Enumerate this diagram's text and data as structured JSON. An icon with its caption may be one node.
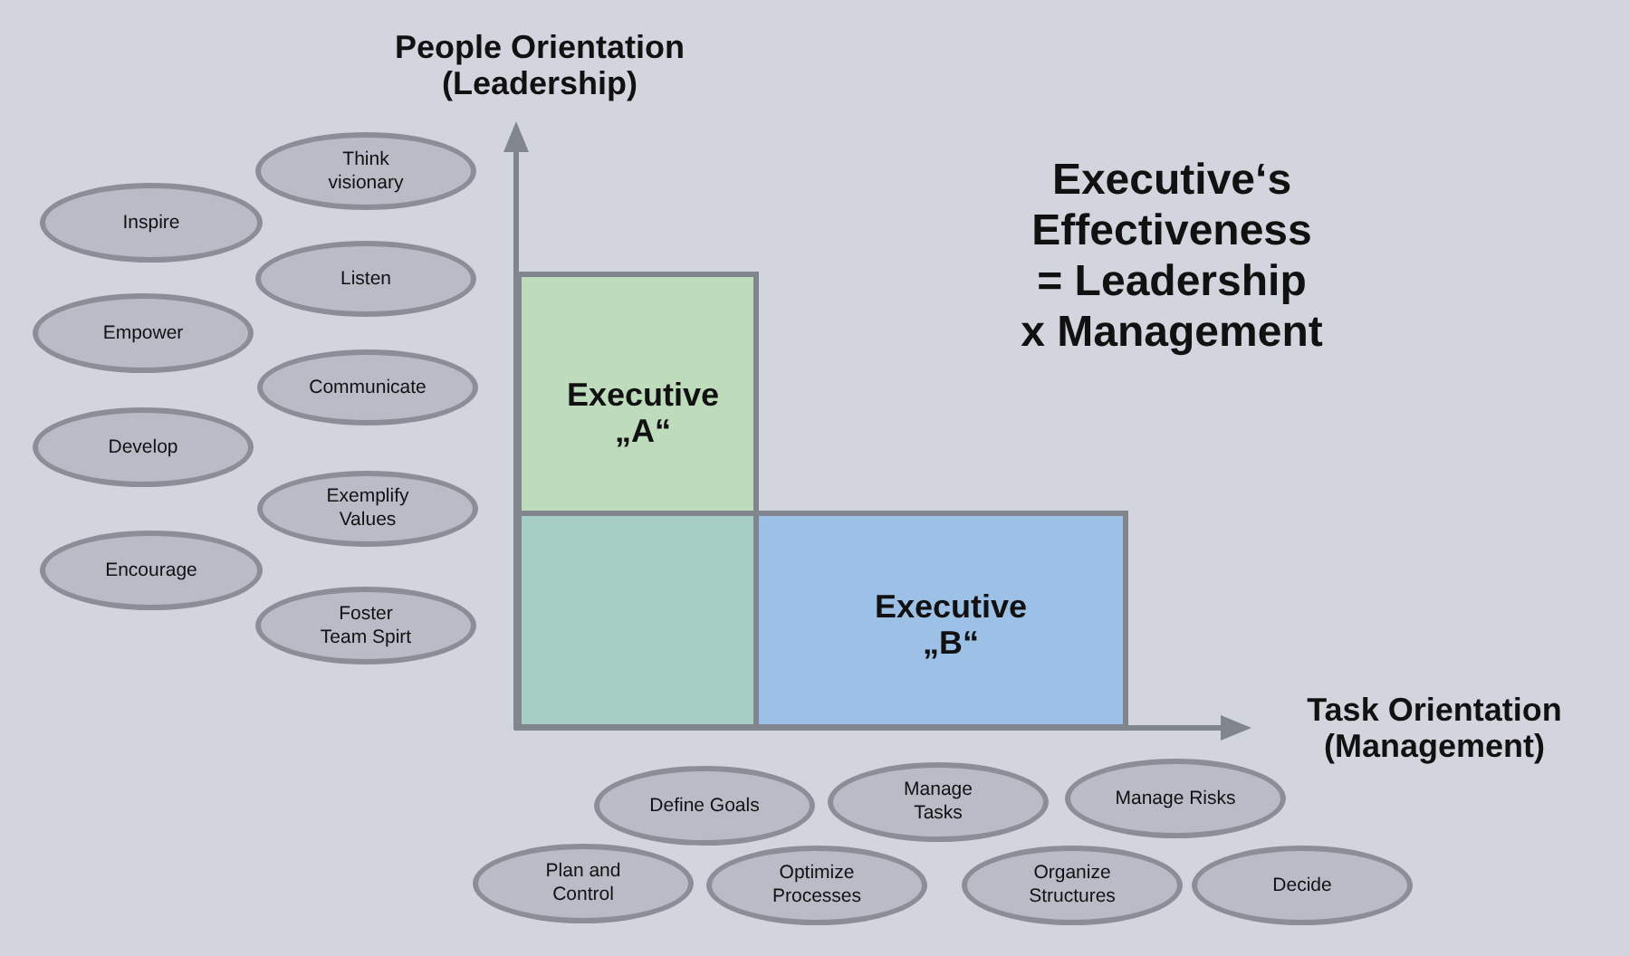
{
  "diagram": {
    "title": "Executive‘s Effectiveness = Leadership x Management",
    "nodes": [
      {
        "text": [
          "Think visionary"
        ]
      },
      {
        "text": [
          "Inspire"
        ]
      },
      {
        "text": [
          "Listen"
        ]
      },
      {
        "text": [
          "Empower"
        ]
      },
      {
        "text": [
          "Communicate"
        ]
      },
      {
        "text": [
          "Develop"
        ]
      },
      {
        "text": [
          "Exemplify Values"
        ]
      },
      {
        "text": [
          "Encourage"
        ]
      },
      {
        "text": [
          "Foster Team Spirt"
        ]
      },
      {
        "text": [
          "Executive „A“"
        ]
      },
      {
        "text": [
          "Executive „B“"
        ]
      },
      {
        "text": [
          "Define Goals"
        ]
      },
      {
        "text": [
          "Manage Tasks"
        ]
      },
      {
        "text": [
          "Manage Risks"
        ]
      },
      {
        "text": [
          "Plan and Control"
        ]
      },
      {
        "text": [
          "Optimize Processes"
        ]
      },
      {
        "text": [
          "Organize Structures"
        ]
      },
      {
        "text": [
          "Decide"
        ]
      }
    ],
    "labels": [
      "People Orientation (Leadership)",
      "Task Orientation (Management)"
    ]
  }
}
